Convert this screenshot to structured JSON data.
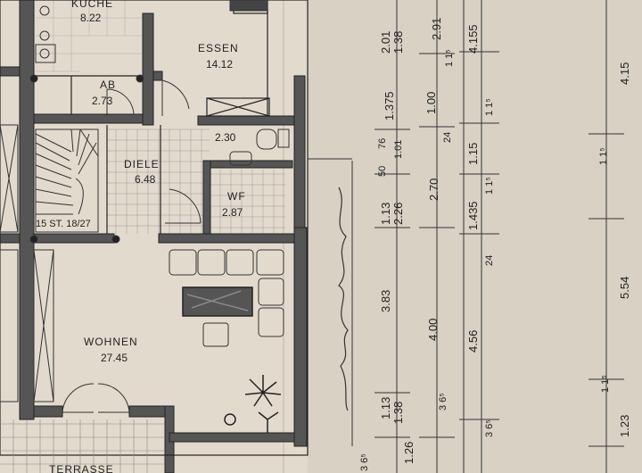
{
  "rooms": {
    "kueche": {
      "label": "KUCHE",
      "area": "8.22"
    },
    "essen": {
      "label": "ESSEN",
      "area": "14.12"
    },
    "ab": {
      "label": "AB",
      "area": "2.73"
    },
    "diele": {
      "label": "DIELE",
      "area": "6.48"
    },
    "wc_small": {
      "area": "2.30"
    },
    "wc": {
      "label": "WF",
      "area": "2.87"
    },
    "wohnen": {
      "label": "WOHNEN",
      "area": "27.45"
    },
    "terrasse": {
      "label": "TERRASSE"
    }
  },
  "stair_note": "15 ST. 18/27",
  "dimensions": {
    "col1": [
      "2.01",
      "1.38",
      "1.375",
      "76",
      "50",
      "1.13",
      "3.83",
      "1.13"
    ],
    "col2": [
      "1.01",
      "2.26",
      "1.38",
      "1.26"
    ],
    "col3": [
      "2.91",
      "1.00",
      "2.70",
      "4.00"
    ],
    "col3_sup": [
      "1 1⁵",
      "24",
      "3 6⁵"
    ],
    "col4": [
      "4.155",
      "1.15",
      "1.435",
      "4.56"
    ],
    "col4_sup": [
      "1 1⁵",
      "1 1⁵",
      "24",
      "3 6⁵"
    ],
    "col5": [
      "4.15",
      "5.54",
      "1.23"
    ],
    "col5_sup": [
      "1 1⁵",
      "1 1⁵"
    ],
    "bottom_left": "3 6⁵"
  },
  "colors": {
    "paper": "#dcd5c8",
    "paper_plan": "#e3dccf",
    "ink": "#222222",
    "wall_fill": "#555555"
  }
}
